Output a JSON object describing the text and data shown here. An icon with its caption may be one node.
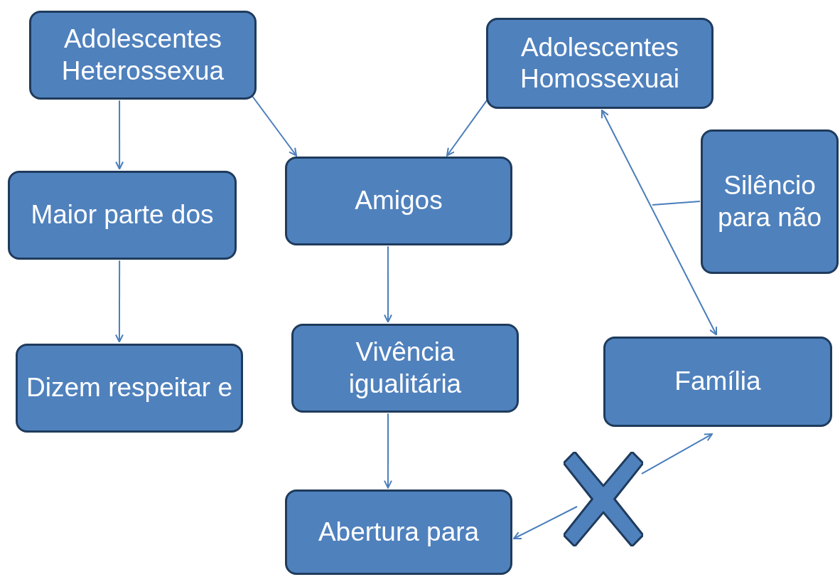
{
  "diagram": {
    "nodes": [
      {
        "text": [
          "Adolescentes Heterossexua"
        ]
      },
      {
        "text": [
          "Adolescentes Homossexuai"
        ]
      },
      {
        "text": [
          "Maior parte dos"
        ]
      },
      {
        "text": [
          "Amigos"
        ]
      },
      {
        "text": [
          "Silêncio para não"
        ]
      },
      {
        "text": [
          "Dizem respeitar e"
        ]
      },
      {
        "text": [
          "Vivência igualitária"
        ]
      },
      {
        "text": [
          "Família"
        ]
      },
      {
        "text": [],
        "shape": "cross"
      },
      {
        "text": [
          "Abertura para"
        ]
      }
    ],
    "edges": [
      {
        "from": 0,
        "to": 2,
        "arrow": "to"
      },
      {
        "from": 0,
        "to": 3,
        "arrow": "to"
      },
      {
        "from": 1,
        "to": 3,
        "arrow": "to"
      },
      {
        "from": 2,
        "to": 5,
        "arrow": "to"
      },
      {
        "from": 3,
        "to": 6,
        "arrow": "to"
      },
      {
        "from": 6,
        "to": 9,
        "arrow": "to"
      },
      {
        "from": 1,
        "to": 7,
        "arrow": "both"
      },
      {
        "from": 4,
        "to": null,
        "arrow": "none"
      },
      {
        "from": 8,
        "to": 9,
        "arrow": "to"
      },
      {
        "from": 8,
        "to": 7,
        "arrow": "to"
      }
    ]
  }
}
